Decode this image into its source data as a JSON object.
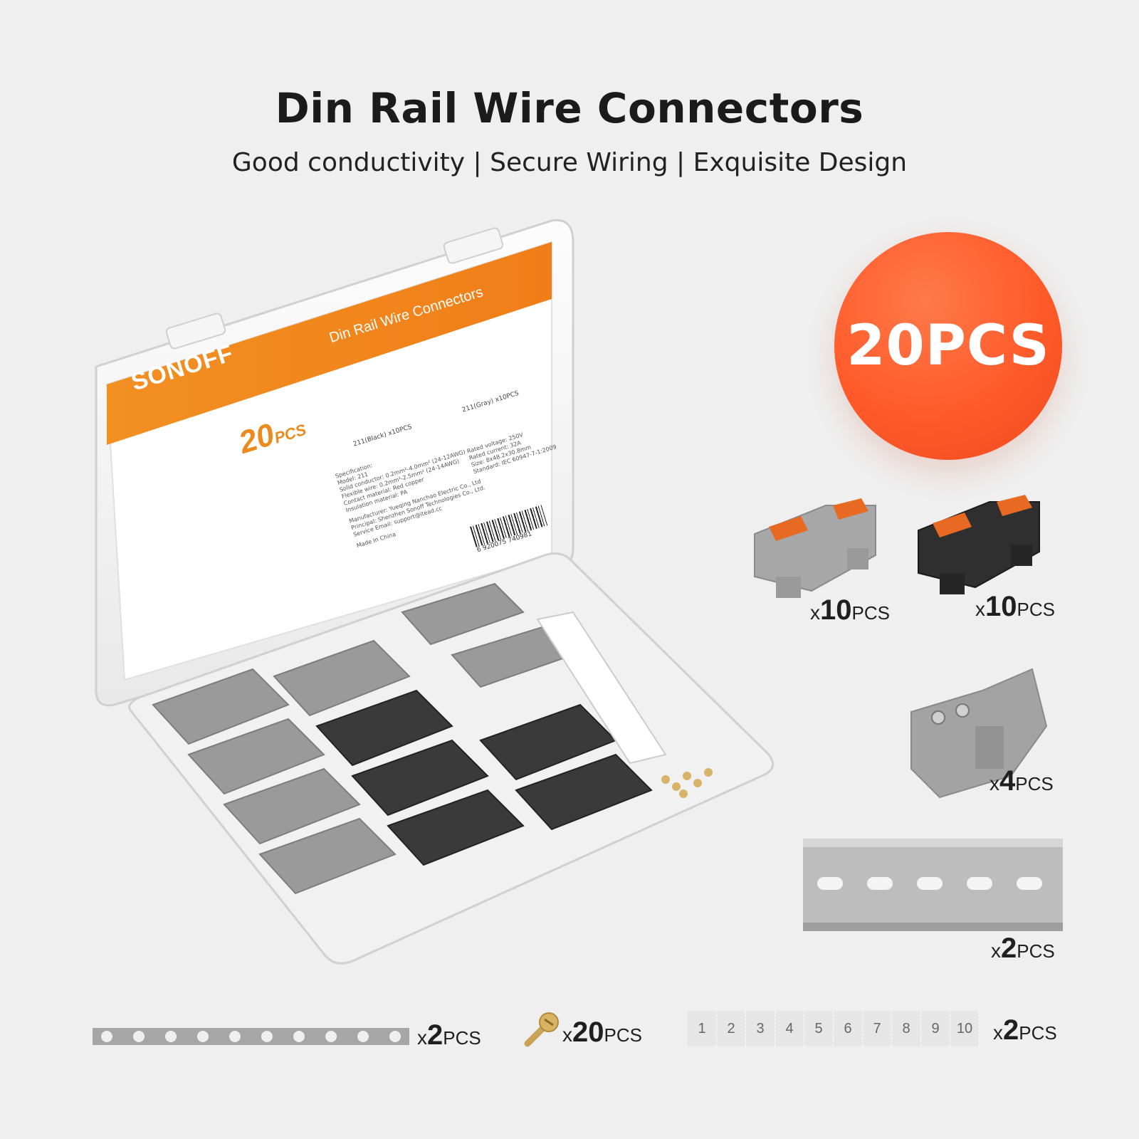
{
  "header": {
    "title": "Din Rail Wire Connectors",
    "subtitle": "Good conductivity | Secure Wiring | Exquisite Design"
  },
  "badge": {
    "text": "20PCS",
    "color": "#ff5a2a"
  },
  "box_label": {
    "brand": "SONOFF",
    "title": "Din Rail Wire Connectors",
    "count": "20",
    "count_unit": "PCS",
    "item_black": "211(Black) x10PCS",
    "item_gray": "211(Gray) x10PCS",
    "spec_heading": "Specification:",
    "spec_lines": [
      "Model: 211",
      "Solid conductor: 0.2mm²-4.0mm² (24-12AWG)",
      "Flexible wire: 0.2mm²-2.5mm² (24-14AWG)",
      "Contact material: Red copper",
      "Insulation material: PA"
    ],
    "rating_lines": [
      "Rated voltage: 250V",
      "Rated current: 32A",
      "Size: 8x48.2x30.8mm",
      "Standard: IEC 60947-7-1:2009"
    ],
    "maker_lines": [
      "Manufacturer: Yueqing Nanchao Electric Co., Ltd",
      "Principal: Shenzhen Sonoff Technologies Co., Ltd.",
      "Service Email: support@itead.cc"
    ],
    "made_in": "Made In China",
    "barcode": "6 920075 740981",
    "accent": "#f08a1e"
  },
  "parts": [
    {
      "id": "gray-connector",
      "x": "x",
      "n": "10",
      "u": "PCS"
    },
    {
      "id": "black-connector",
      "x": "x",
      "n": "10",
      "u": "PCS"
    },
    {
      "id": "end-stop",
      "x": "x",
      "n": "4",
      "u": "PCS"
    },
    {
      "id": "din-rail",
      "x": "x",
      "n": "2",
      "u": "PCS"
    },
    {
      "id": "jumper-bar",
      "x": "x",
      "n": "2",
      "u": "PCS"
    },
    {
      "id": "screw",
      "x": "x",
      "n": "20",
      "u": "PCS"
    },
    {
      "id": "marker-strip",
      "x": "x",
      "n": "2",
      "u": "PCS"
    }
  ],
  "marker_numbers": [
    "1",
    "2",
    "3",
    "4",
    "5",
    "6",
    "7",
    "8",
    "9",
    "10"
  ]
}
